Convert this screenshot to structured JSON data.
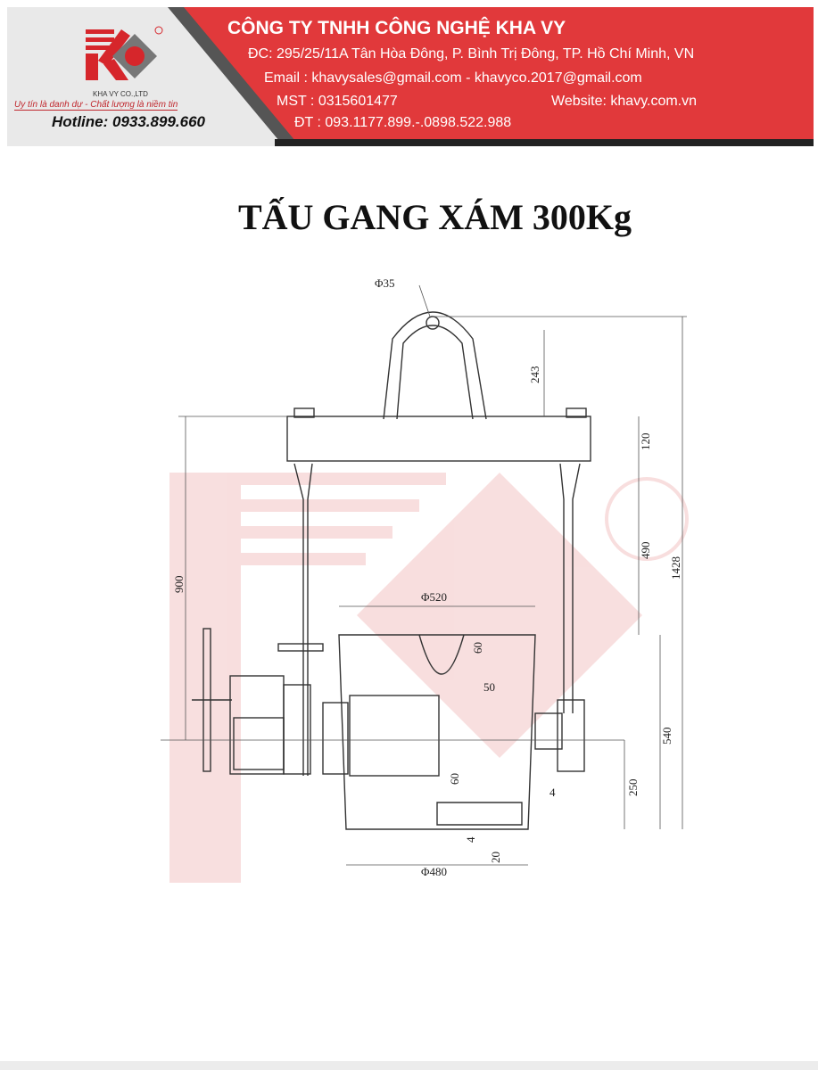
{
  "header": {
    "logo_text": "KC",
    "company_short": "KHA VY CO.,LTD",
    "slogan": "Uy tín là danh dự - Chất lượng là niềm tin",
    "hotline": "Hotline: 0933.899.660",
    "company_name": "CÔNG TY TNHH CÔNG NGHỆ KHA VY",
    "address": "ĐC: 295/25/11A Tân Hòa Đông, P. Bình Trị Đông, TP. Hồ Chí Minh, VN",
    "email": "Email   : khavysales@gmail.com - khavyco.2017@gmail.com",
    "tax": "MST  : 0315601477",
    "website": "Website: khavy.com.vn",
    "phone": "ĐT : 093.1177.899.-.0898.522.988"
  },
  "title": "TẤU GANG XÁM 300Kg",
  "drawing": {
    "dims": {
      "bail_dia": "Φ35",
      "bail_h": "243",
      "beam_h": "120",
      "rod_h": "490",
      "total_h": "1428",
      "left_h": "900",
      "top_dia": "Φ520",
      "lip_60": "60",
      "lip_50": "50",
      "body_h": "540",
      "trunnion_h": "250",
      "bottom_60": "60",
      "wall_4": "4",
      "bottom_4": "4",
      "bottom_20": "20",
      "bottom_dia": "Φ480"
    },
    "colors": {
      "line": "#333333",
      "watermark": "#f3c4c4"
    }
  }
}
